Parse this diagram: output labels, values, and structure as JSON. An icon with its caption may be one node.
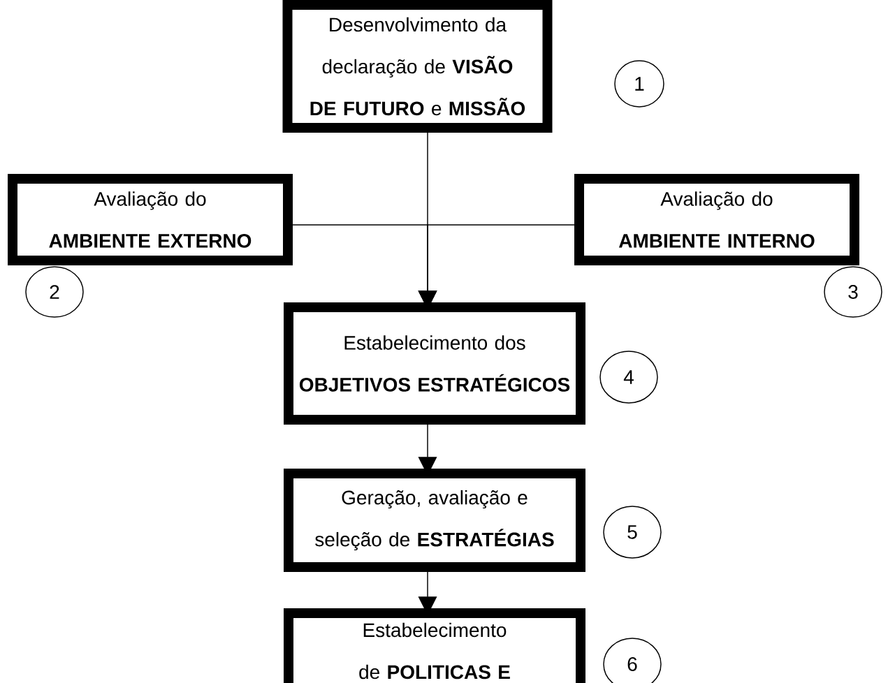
{
  "diagram": {
    "nodes": [
      {
        "text": [
          "Desenvolvimento da declaração de **VISÃO DE FUTURO** e **MISSÃO**"
        ]
      },
      {
        "text": [
          "1"
        ]
      },
      {
        "text": [
          "Avaliação do **AMBIENTE EXTERNO**"
        ]
      },
      {
        "text": [
          "Avaliação do **AMBIENTE INTERNO**"
        ]
      },
      {
        "text": [
          "2"
        ]
      },
      {
        "text": [
          "3"
        ]
      },
      {
        "text": [
          "Estabelecimento dos **OBJETIVOS ESTRATÉGICOS**"
        ]
      },
      {
        "text": [
          "4"
        ]
      },
      {
        "text": [
          "Geração, avaliação e seleção de **ESTRATÉGIAS**"
        ]
      },
      {
        "text": [
          "5"
        ]
      },
      {
        "text": [
          "Estabelecimento de **POLITICAS E**"
        ]
      },
      {
        "text": [
          "6"
        ]
      }
    ],
    "edges": [
      {
        "from": 0,
        "to": 6,
        "arrow": "to"
      },
      {
        "from": 2,
        "to": 6,
        "arrow": "to"
      },
      {
        "from": 3,
        "to": 6,
        "arrow": "to"
      },
      {
        "from": 6,
        "to": 8,
        "arrow": "to"
      },
      {
        "from": 8,
        "to": 10,
        "arrow": "to"
      }
    ]
  }
}
